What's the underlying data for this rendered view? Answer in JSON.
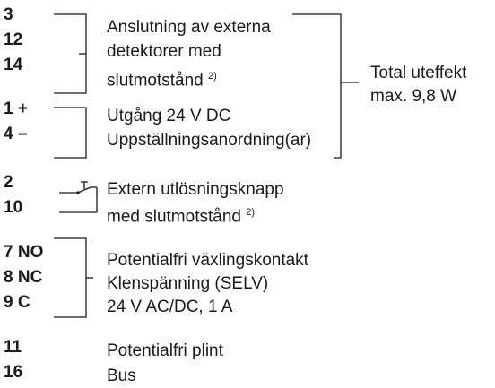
{
  "terminals": {
    "t3": "3",
    "t12": "12",
    "t14": "14",
    "t1": "1 +",
    "t4": "4 –",
    "t2": "2",
    "t10": "10",
    "t7": "7 NO",
    "t8": "8 NC",
    "t9": "9  C",
    "t11": "11",
    "t16": "16"
  },
  "labels": {
    "detectors": [
      "Anslutning av externa",
      "detektorer med",
      "slutmotstånd"
    ],
    "detectors_note": "2)",
    "output": [
      "Utgång 24 V DC",
      "Uppställningsanordning(ar)"
    ],
    "total": [
      "Total uteffekt",
      "max. 9,8 W"
    ],
    "button": [
      "Extern utlösningsknapp",
      "med slutmotstånd"
    ],
    "button_note": "2)",
    "relay": [
      "Potentialfri växlingskontakt",
      "Klenspänning (SELV)",
      "24 V AC/DC, 1 A"
    ],
    "plint": "Potentialfri plint",
    "bus": "Bus"
  }
}
